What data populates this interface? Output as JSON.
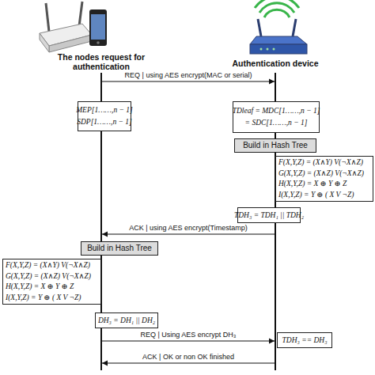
{
  "diagram": {
    "nodes": [
      {
        "text": [
          "The nodes request for authentication"
        ]
      },
      {
        "text": [
          "Authentication device"
        ]
      },
      {
        "text": [
          "MEP[1……,n − 1]",
          "SDP[1……,n − 1]"
        ]
      },
      {
        "text": [
          "TDleaf = MDC[1……,n − 1]",
          "= SDC[1……,n − 1]"
        ]
      },
      {
        "text": [
          "Build in Hash Tree"
        ]
      },
      {
        "text": [
          "F(X,Y,Z) = (X∧Y) V(¬X∧Z)",
          "G(X,Y,Z) = (X∧Z) V(¬X∧Z)",
          "H(X,Y,Z) = X ⊕ Y ⊕ Z",
          "I(X,Y,Z) = Y ⊕ ( X V ¬Z)"
        ]
      },
      {
        "text": [
          "TDH₃ = TDH₁ || TDH₂"
        ]
      },
      {
        "text": [
          "Build in Hash Tree"
        ]
      },
      {
        "text": [
          "F(X,Y,Z) = (X∧Y) V(¬X∧Z)",
          "G(X,Y,Z) = (X∧Z) V(¬X∧Z)",
          "H(X,Y,Z) = X ⊕ Y ⊕ Z",
          "I(X,Y,Z) = Y ⊕ ( X V ¬Z)"
        ]
      },
      {
        "text": [
          "DH₃ = DH₁ || DH₂"
        ]
      },
      {
        "text": [
          "TDH₃ == DH₃"
        ]
      }
    ],
    "edges": [
      {
        "from": 0,
        "to": 1,
        "arrow": "to",
        "label": "REQ | using AES encrypt(MAC or serial)"
      },
      {
        "from": 1,
        "to": 0,
        "arrow": "to",
        "label": "ACK | using AES encrypt(Timestamp)"
      },
      {
        "from": 0,
        "to": 1,
        "arrow": "to",
        "label": "REQ | Using AES encrypt DH₃"
      },
      {
        "from": 1,
        "to": 0,
        "arrow": "to",
        "label": "ACK | OK or non OK finished"
      }
    ]
  }
}
